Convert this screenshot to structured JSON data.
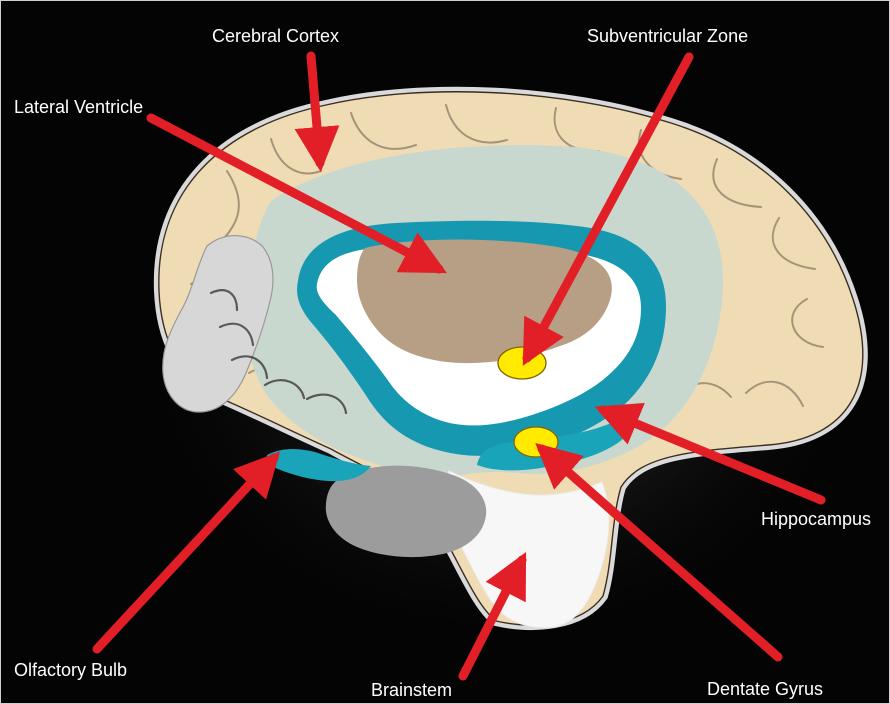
{
  "labels": {
    "cerebral_cortex": "Cerebral Cortex",
    "subventricular_zone": "Subventricular Zone",
    "lateral_ventricle": "Lateral Ventricle",
    "hippocampus": "Hippocampus",
    "olfactory_bulb": "Olfactory Bulb",
    "brainstem": "Brainstem",
    "dentate_gyrus": "Dentate Gyrus"
  },
  "colors": {
    "background": "#040404",
    "cortex": "#efdcb4",
    "inner_region": "#c8d8cf",
    "ventricle_ring": "#1798b1",
    "interior": "#ffffff",
    "ventricle_core": "#b79f85",
    "gray_tissue": "#9c9c9c",
    "neurogenic_zone": "#ffea00",
    "arrow": "#e21f26",
    "text": "#ffffff"
  }
}
